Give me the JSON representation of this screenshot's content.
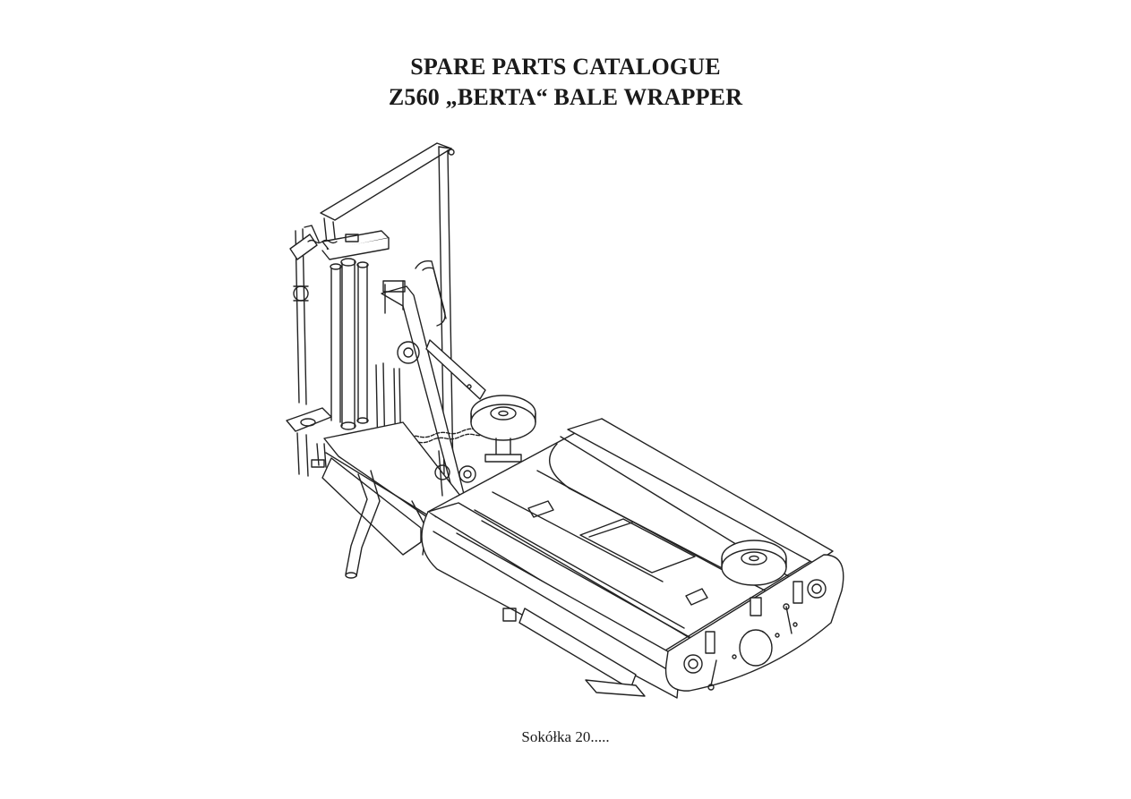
{
  "document": {
    "title_line_1": "SPARE PARTS CATALOGUE",
    "title_line_2": "Z560 „BERTA“ BALE WRAPPER",
    "footer_text": "Sokółka 20....."
  },
  "illustration": {
    "subject": "bale-wrapper-machine-isometric-line-drawing",
    "stroke_color": "#222222",
    "fill_color": "#ffffff"
  }
}
